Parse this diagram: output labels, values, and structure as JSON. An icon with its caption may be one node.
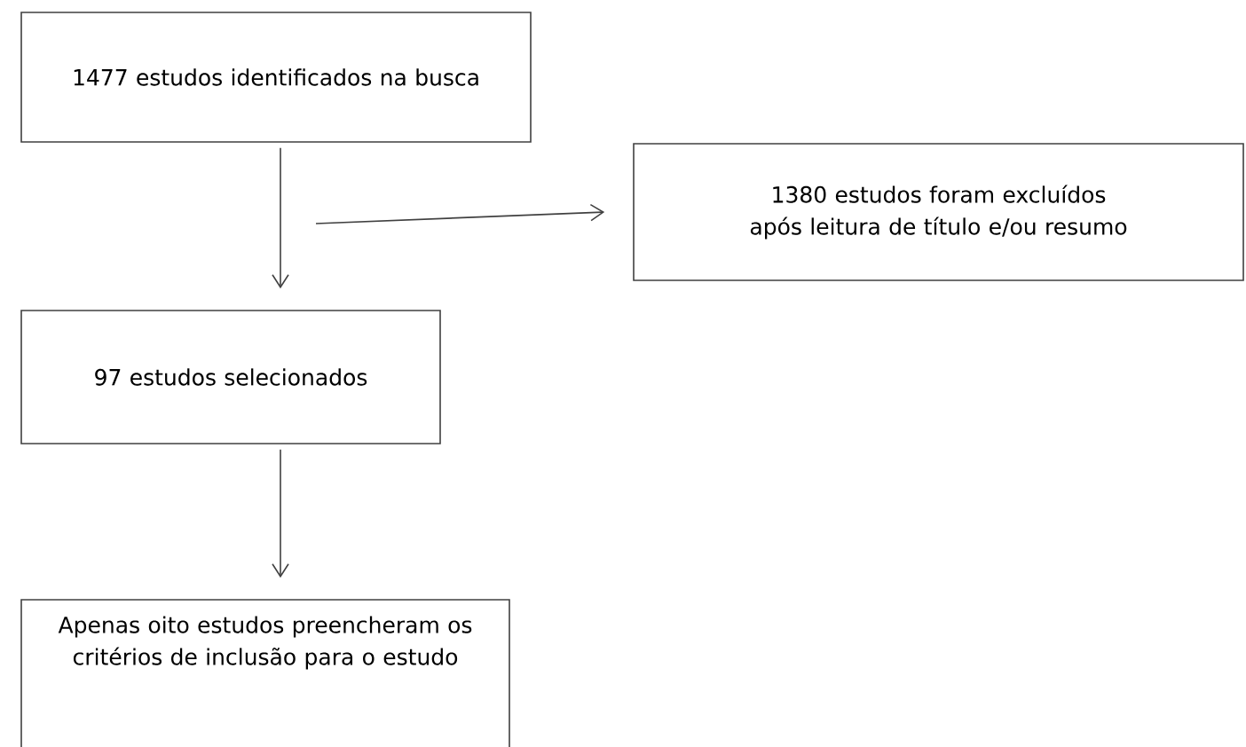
{
  "diagram": {
    "nodes": [
      {
        "text": [
          "1477 estudos identificados na busca"
        ]
      },
      {
        "text": [
          "1380 estudos foram excluídos após leitura de título e/ou resumo"
        ]
      },
      {
        "text": [
          "97 estudos selecionados"
        ]
      },
      {
        "text": [
          "Apenas oito estudos preencheram os critérios de inclusão para o estudo"
        ]
      }
    ],
    "edges": [
      {
        "from": 0,
        "to": 2,
        "arrow": "to"
      },
      {
        "from": null,
        "to": 1,
        "arrow": "to"
      },
      {
        "from": 2,
        "to": 3,
        "arrow": "to"
      }
    ]
  }
}
